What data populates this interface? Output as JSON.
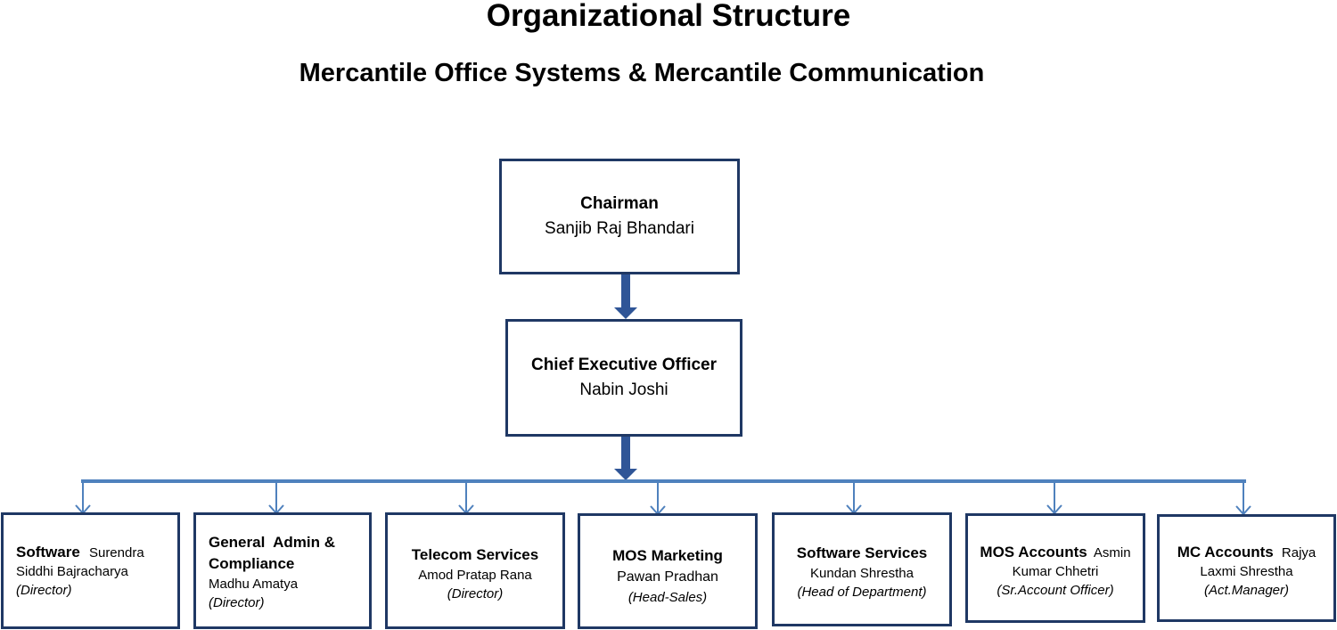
{
  "header": {
    "title": "Organizational Structure",
    "subtitle": "Mercantile Office Systems & Mercantile Communication"
  },
  "chairman": {
    "role": "Chairman",
    "name": "Sanjib Raj Bhandari"
  },
  "ceo": {
    "role": "Chief Executive Officer",
    "name": "Nabin Joshi"
  },
  "departments": [
    {
      "dept": "Software",
      "head": "Surendra Siddhi Bajracharya",
      "title": "(Director)"
    },
    {
      "dept": "General  Admin & Compliance",
      "head": "Madhu Amatya",
      "title": "(Director)"
    },
    {
      "dept": "Telecom Services",
      "head": "Amod Pratap Rana",
      "title": "(Director)"
    },
    {
      "dept": "MOS Marketing",
      "head": "Pawan Pradhan",
      "title": "(Head-Sales)"
    },
    {
      "dept": "Software Services",
      "head": "Kundan Shrestha",
      "title": "(Head of Department)"
    },
    {
      "dept": "MOS Accounts",
      "head": "Asmin Kumar Chhetri",
      "title": "(Sr.Account Officer)"
    },
    {
      "dept": "MC Accounts",
      "head": "Rajya Laxmi Shrestha",
      "title": "(Act.Manager)"
    }
  ],
  "colors": {
    "box_border": "#1f3864",
    "connector_thick": "#2f5597",
    "connector_thin": "#4f81bd"
  }
}
